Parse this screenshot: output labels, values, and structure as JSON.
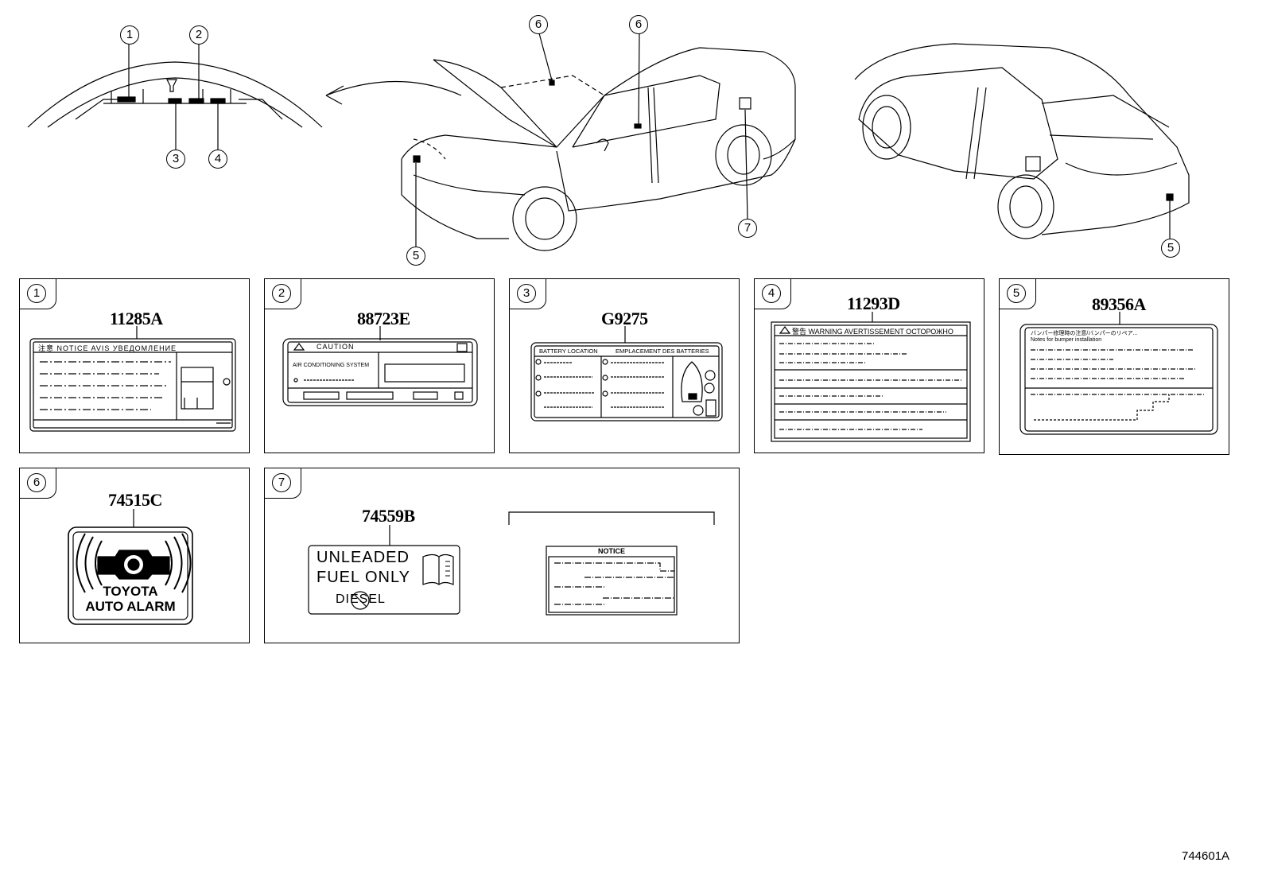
{
  "callouts": {
    "one": "1",
    "two": "2",
    "three": "3",
    "four": "4",
    "five": "5",
    "six": "6",
    "seven": "7"
  },
  "labels": [
    {
      "index": "1",
      "part_no": "11285A",
      "header": "注意  NOTICE  AVIS  УВЕДОМЛЕНИЕ"
    },
    {
      "index": "2",
      "part_no": "88723E",
      "header": "CAUTION",
      "sub": "AIR CONDITIONING SYSTEM"
    },
    {
      "index": "3",
      "part_no": "G9275",
      "header_left": "BATTERY LOCATION",
      "header_right": "EMPLACEMENT DES BATTERIES"
    },
    {
      "index": "4",
      "part_no": "11293D",
      "header": "警告  WARNING  AVERTISSEMENT  ОСТОРОЖНО"
    },
    {
      "index": "5",
      "part_no": "89356A",
      "header": "バンパー修理時の注意/バンパーのリペア...",
      "sub": "Notes for bumper installation"
    },
    {
      "index": "6",
      "part_no": "74515C",
      "line1": "TOYOTA",
      "line2": "AUTO ALARM"
    },
    {
      "index": "7",
      "part_no": "74559B",
      "line1": "UNLEADED",
      "line2": "FUEL ONLY",
      "line3": "DIESEL",
      "notice": "NOTICE"
    }
  ],
  "footer": {
    "diagram_code": "744601A"
  }
}
